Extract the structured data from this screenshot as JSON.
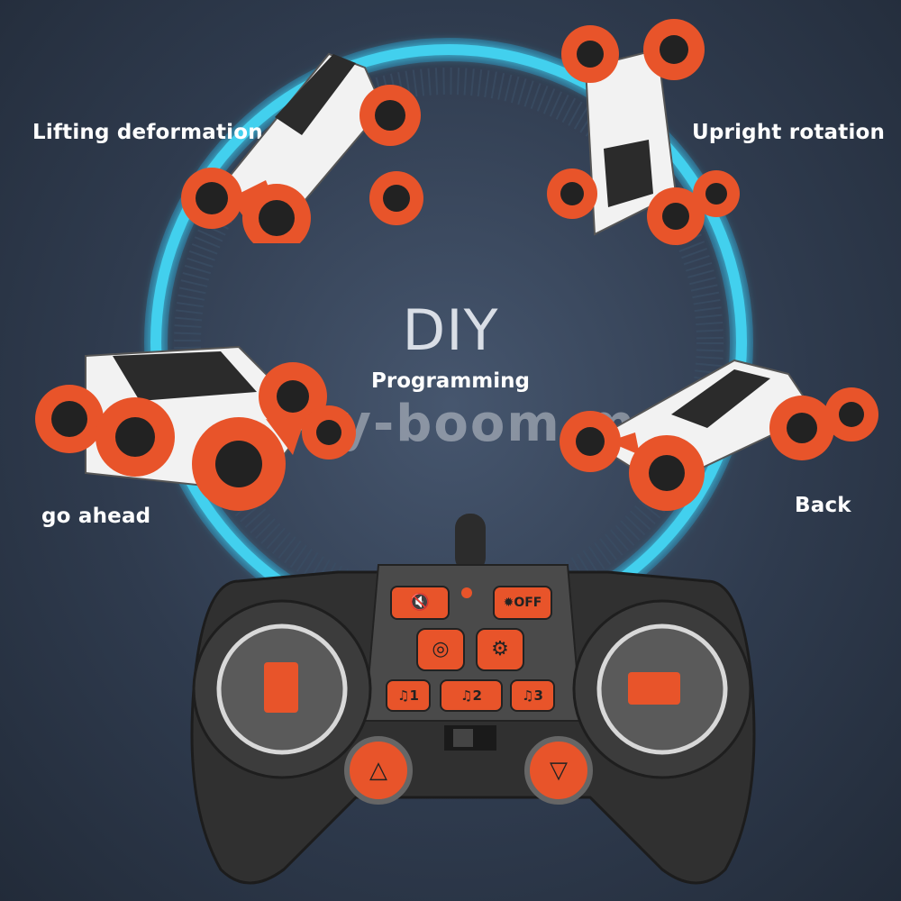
{
  "labels": {
    "lifting": "Lifting deformation",
    "upright": "Upright rotation",
    "go_ahead": "go ahead",
    "back": "Back"
  },
  "center": {
    "title": "DIY",
    "subtitle": "Programming"
  },
  "watermark": "baby-boom.md",
  "controller": {
    "mute_icon": "mute-icon",
    "light_off_label": "OFF",
    "buttons": [
      "film-reel-icon",
      "gear-icon"
    ],
    "music_buttons": [
      "1",
      "2",
      "3"
    ]
  },
  "colors": {
    "accent_orange": "#e8542a",
    "ring_cyan": "#3ec8e6",
    "background": "#2f3b4e"
  }
}
